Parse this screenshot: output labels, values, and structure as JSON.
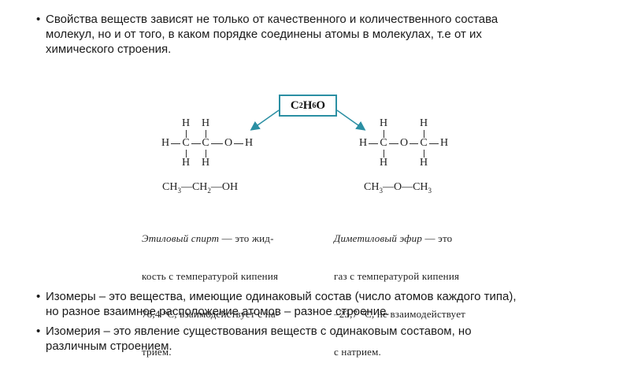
{
  "bullets": [
    {
      "lines": [
        "Свойства веществ зависят не только от качественного и количественного состава",
        "молекул, но и от того, в каком порядке соединены атомы в молекулах, т.е от их",
        "химического строения."
      ]
    },
    {
      "lines": [
        "Изомеры – это вещества, имеющие одинаковый состав (число атомов каждого типа),",
        "но разное взаимное расположение атомов – разное строение."
      ]
    },
    {
      "lines": [
        "Изомерия – это явление существования веществ с одинаковым составом, но",
        "различным строением."
      ]
    }
  ],
  "bullet_char": "•",
  "formula": {
    "base": "C",
    "n1": "2",
    "mid": "H",
    "n2": "6",
    "end": "O"
  },
  "ethanol": {
    "condensed": {
      "p1": "CH",
      "s1": "3",
      "p2": "—CH",
      "s2": "2",
      "p3": "—OH"
    },
    "name": "Этиловый спирт",
    "desc_line1_rest": " — это жид-",
    "desc_lines": [
      "кость с температурой кипения",
      "78,4 °С, взаимодействует с на-",
      "трием."
    ]
  },
  "dimethyl_ether": {
    "condensed": {
      "p1": "CH",
      "s1": "3",
      "p2": "—O—CH",
      "s2": "3"
    },
    "name": "Диметиловый эфир",
    "desc_line1_rest": " — это",
    "desc_lines": [
      "газ с температурой кипения",
      "–23,7 °С, не взаимодействует",
      "с натрием."
    ]
  },
  "atoms": {
    "H": "H",
    "C": "C",
    "O": "O"
  },
  "colors": {
    "arrow": "#2b8fa3",
    "box_border": "#2b8fa3"
  }
}
